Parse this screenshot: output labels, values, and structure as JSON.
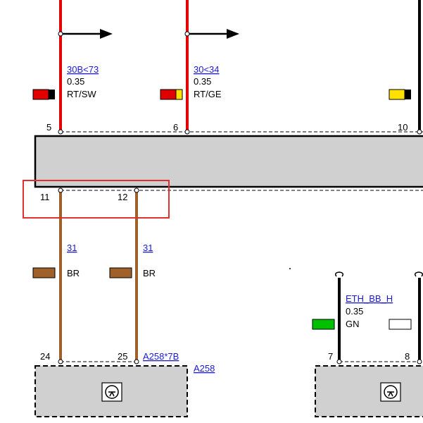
{
  "wires_top": [
    {
      "circuit": "30B<73",
      "gauge": "0.35",
      "color_code": "RT/SW",
      "pin": "5",
      "swatch": [
        "#e00000",
        "#000000"
      ]
    },
    {
      "circuit": "30<34",
      "gauge": "0.35",
      "color_code": "RT/GE",
      "pin": "6",
      "swatch": [
        "#e00000",
        "#ffe000"
      ]
    },
    {
      "pin": "10",
      "swatch": [
        "#ffe000",
        "#000000"
      ]
    }
  ],
  "wires_bottom": [
    {
      "circuit": "31",
      "color_code": "BR",
      "pin_top": "11",
      "pin_bottom": "24",
      "swatch": "#a0602a"
    },
    {
      "circuit": "31",
      "color_code": "BR",
      "pin_top": "12",
      "pin_bottom": "25",
      "swatch": "#a0602a"
    }
  ],
  "component_left": {
    "connector": "A258*7B",
    "name": "A258"
  },
  "eth_wire": {
    "circuit": "ETH_BB_H",
    "gauge": "0.35",
    "color_code": "GN",
    "pin": "7",
    "swatch": "#00c000"
  },
  "right_wire": {
    "pin": "8",
    "swatch": "#ffffff"
  },
  "colors": {
    "red_wire": "#e00000",
    "brown_wire": "#a0602a",
    "highlight": "#e03030",
    "box_fill": "#d0d0d0"
  }
}
